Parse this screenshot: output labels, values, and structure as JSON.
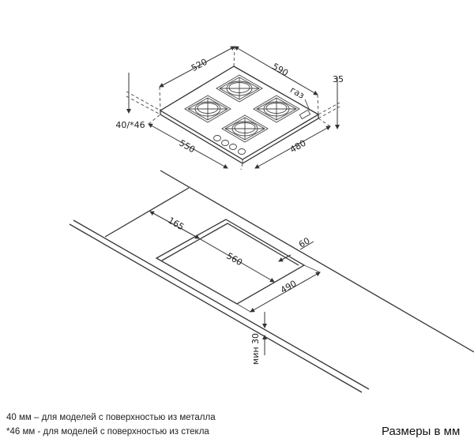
{
  "hob": {
    "dims": {
      "depth_top": "520",
      "width_top": "590",
      "width_front": "550",
      "depth_right": "480",
      "height_right": "35",
      "height_left": "40/*46",
      "gas_label": "газ"
    }
  },
  "cutout": {
    "dims": {
      "side_offset": "165",
      "cut_width": "560",
      "back_offset": "60",
      "cut_depth": "490",
      "min_thickness": "мин 30"
    }
  },
  "notes": [
    "40 мм – для моделей с поверхностью  из металла",
    "*46 мм - для моделей с поверхностью  из стекла"
  ],
  "units_label": "Размеры в мм",
  "colors": {
    "line": "#333333",
    "background": "#ffffff"
  }
}
